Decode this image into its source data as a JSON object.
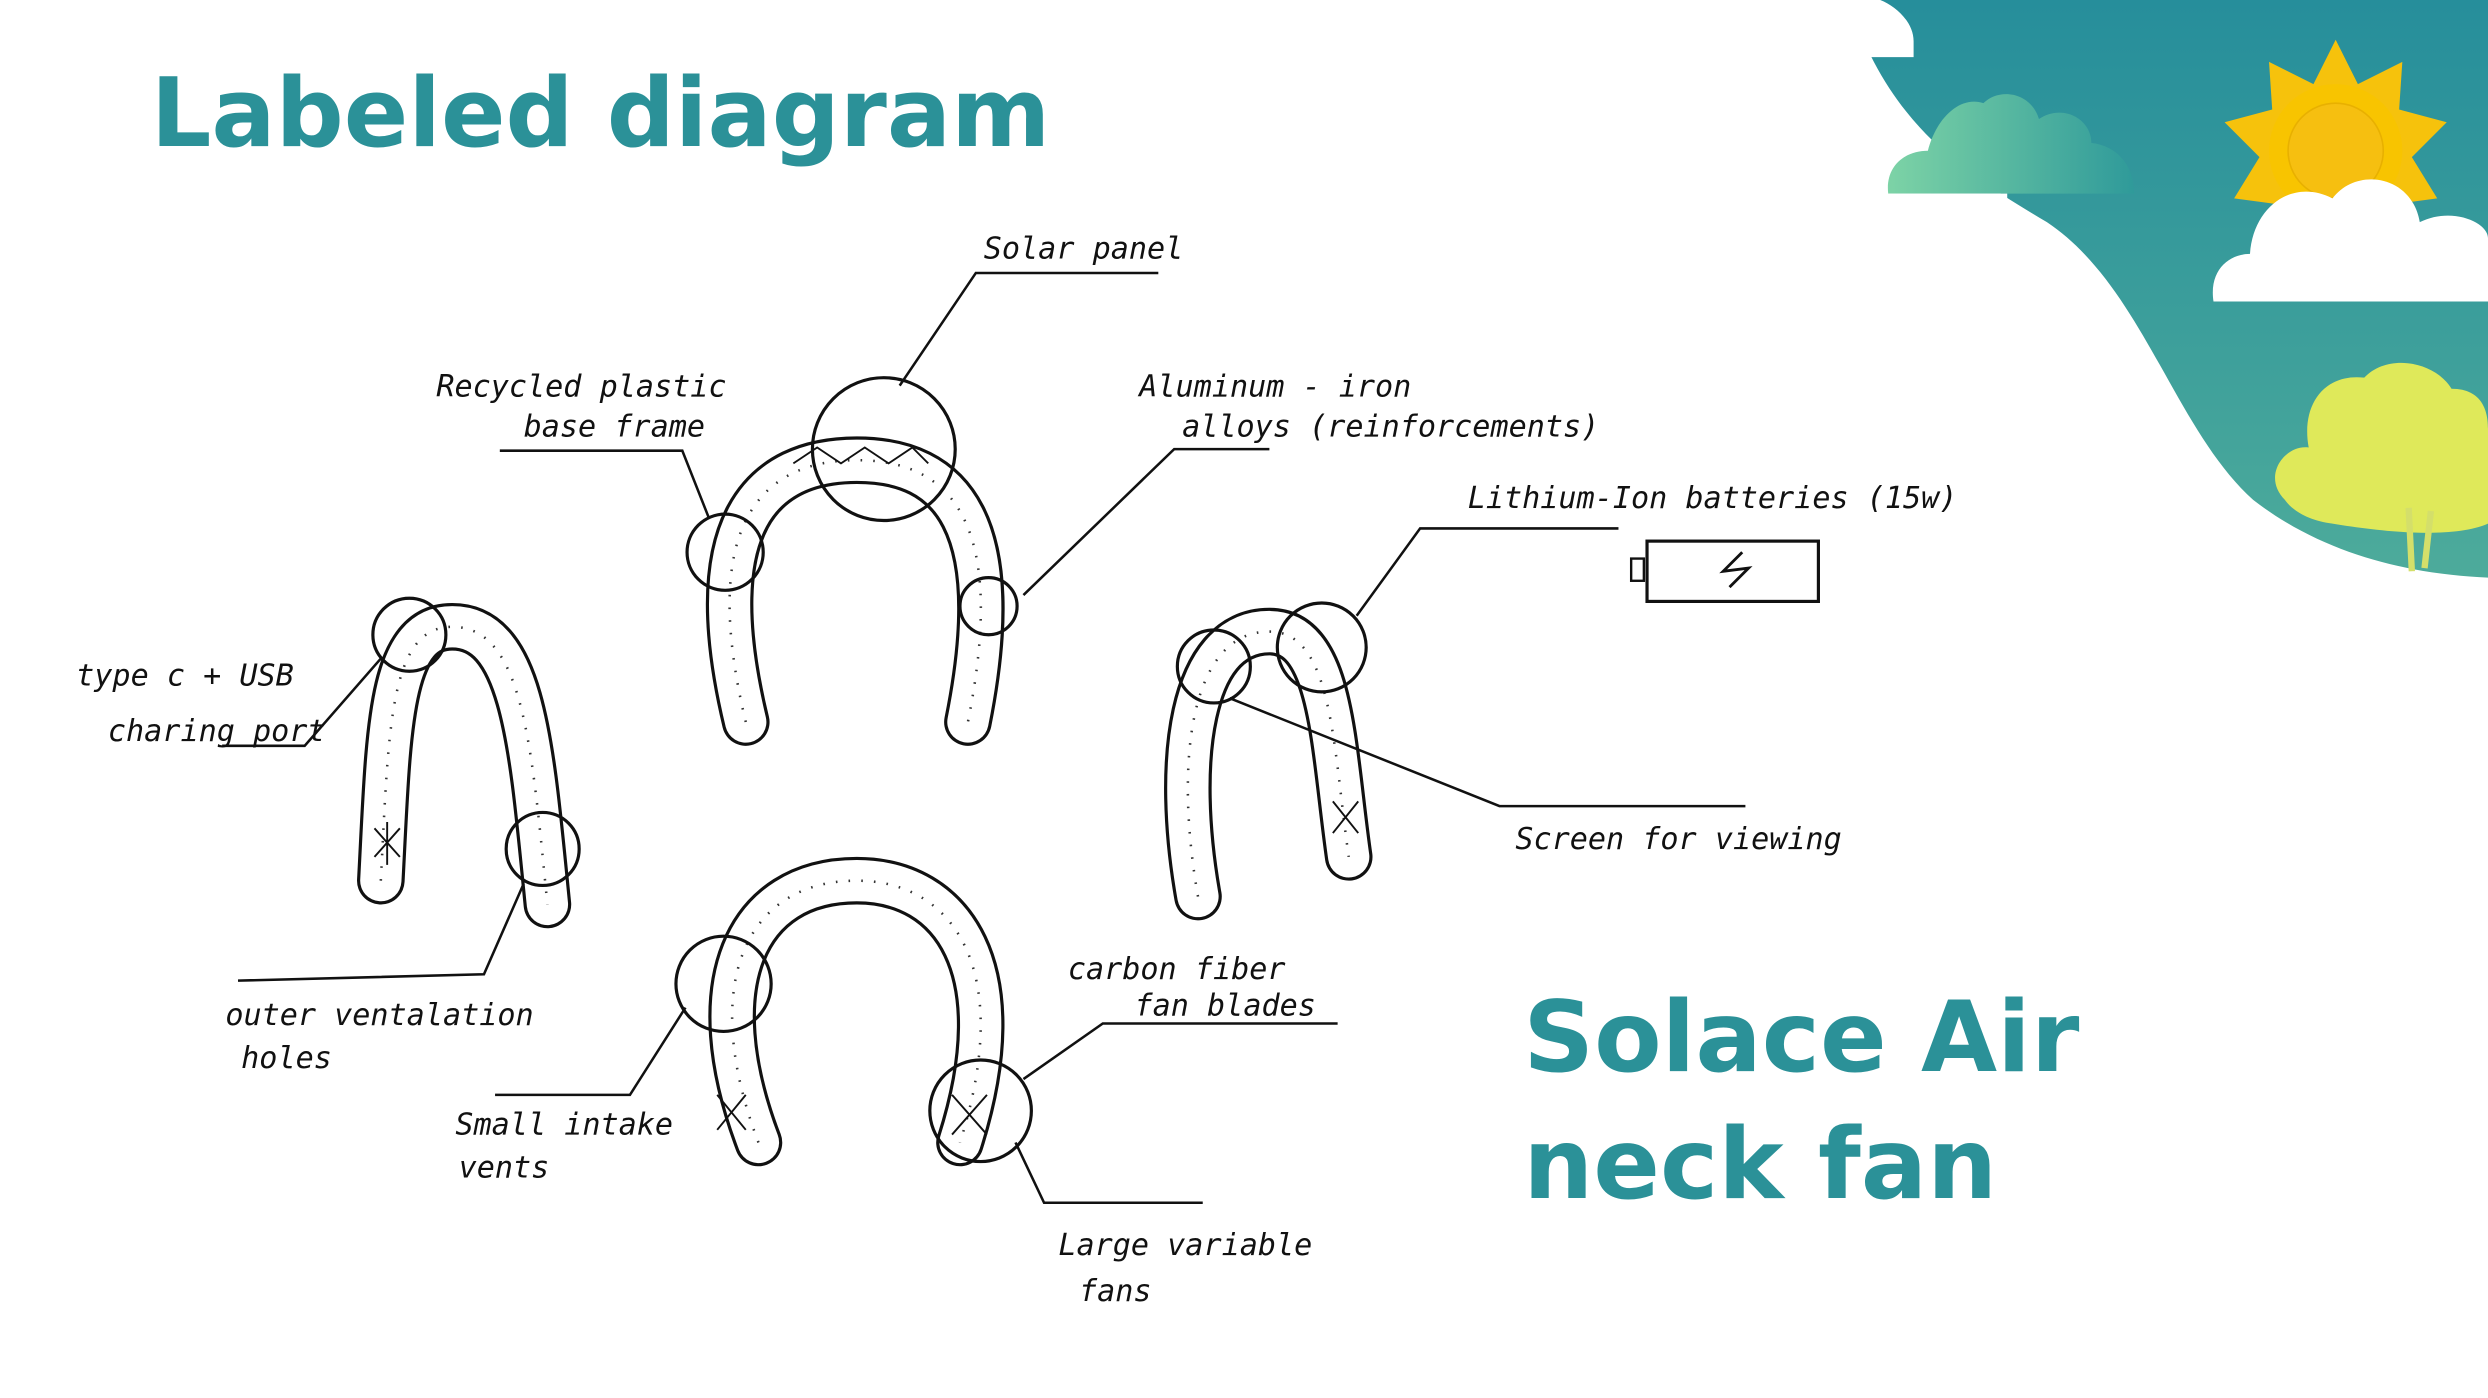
{
  "slide": {
    "title": "Labeled diagram",
    "product_line1": "Solace Air",
    "product_line2": "neck fan"
  },
  "labels": {
    "solar_panel": "Solar panel",
    "recycled_1": "Recycled plastic",
    "recycled_2": "base frame",
    "aluminum_1": "Aluminum - iron",
    "aluminum_2": "alloys (reinforcements)",
    "lithium": "Lithium-Ion batteries (15w)",
    "typec_1": "type c + USB",
    "typec_2": "charing port",
    "screen": "Screen for viewing",
    "outer_1": "outer ventalation",
    "outer_2": "holes",
    "carbon_1": "carbon fiber",
    "carbon_2": "fan blades",
    "intake_1": "Small intake",
    "intake_2": "vents",
    "large_1": "Large variable",
    "large_2": "fans"
  },
  "colors": {
    "title": "#2b9198",
    "teal_dark": "#268e9b",
    "teal_light": "#4dab9b",
    "sun": "#f6c20c",
    "tree": "#dfe95a",
    "bush": "#6dc9a0"
  }
}
